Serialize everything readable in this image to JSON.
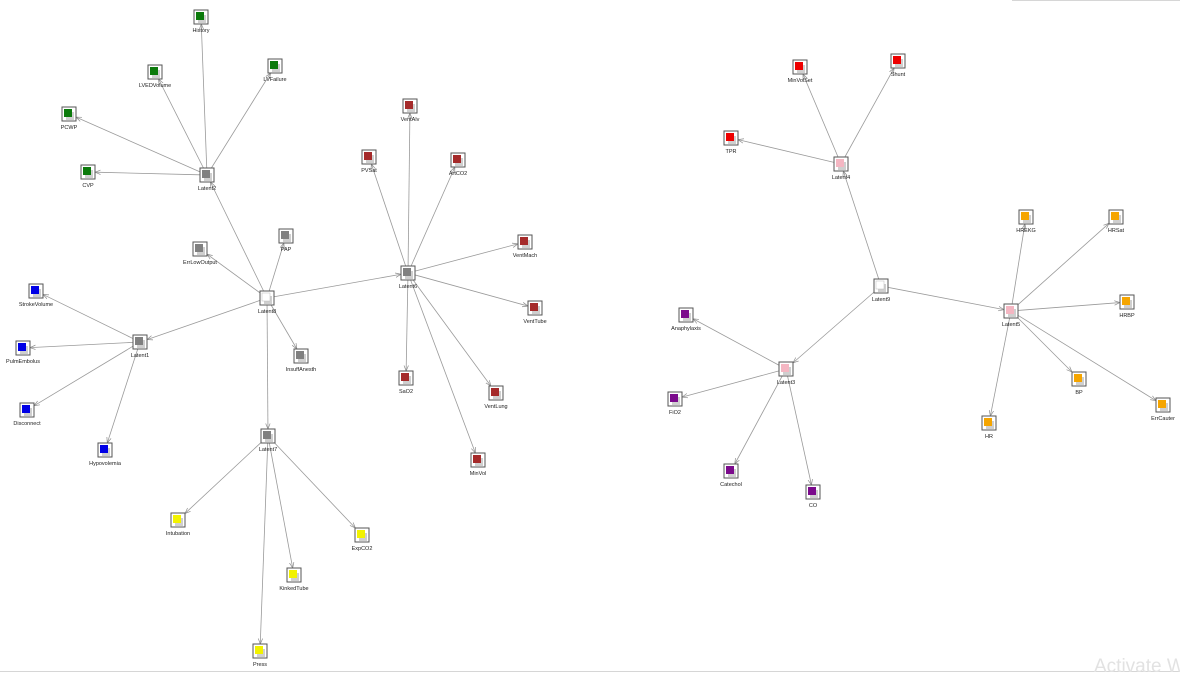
{
  "colors": {
    "green": "#0b7a0b",
    "gray": "#808080",
    "blue": "#0000e6",
    "yellow": "#f2f200",
    "darkred": "#a52a2a",
    "red": "#ee0000",
    "pink": "#f4b6c2",
    "orange": "#f5a500",
    "purple": "#7b0a8c",
    "white": "#ffffff"
  },
  "watermark": "Activate W",
  "nodes": [
    {
      "id": "History",
      "label": "History",
      "color": "green"
    },
    {
      "id": "LVEDVolume",
      "label": "LVEDVolume",
      "color": "green"
    },
    {
      "id": "LVFailure",
      "label": "LVFailure",
      "color": "green"
    },
    {
      "id": "PCWP",
      "label": "PCWP",
      "color": "green"
    },
    {
      "id": "CVP",
      "label": "CVP",
      "color": "green"
    },
    {
      "id": "Latent2",
      "label": "Latent2",
      "color": "gray"
    },
    {
      "id": "ErrLowOutput",
      "label": "ErrLowOutput",
      "color": "gray"
    },
    {
      "id": "PAP",
      "label": "PAP",
      "color": "gray"
    },
    {
      "id": "Latent8",
      "label": "Latent8",
      "color": "white"
    },
    {
      "id": "InsuffAnesth",
      "label": "InsuffAnesth",
      "color": "gray"
    },
    {
      "id": "Latent7",
      "label": "Latent7",
      "color": "gray"
    },
    {
      "id": "Latent1",
      "label": "Latent1",
      "color": "gray"
    },
    {
      "id": "StrokeVolume",
      "label": "StrokeVolume",
      "color": "blue"
    },
    {
      "id": "PulmEmbolus",
      "label": "PulmEmbolus",
      "color": "blue"
    },
    {
      "id": "Disconnect",
      "label": "Disconnect",
      "color": "blue"
    },
    {
      "id": "Hypovolemia",
      "label": "Hypovolemia",
      "color": "blue"
    },
    {
      "id": "Intubation",
      "label": "Intubation",
      "color": "yellow"
    },
    {
      "id": "ExpCO2",
      "label": "ExpCO2",
      "color": "yellow"
    },
    {
      "id": "KinkedTube",
      "label": "KinkedTube",
      "color": "yellow"
    },
    {
      "id": "Press",
      "label": "Press",
      "color": "yellow"
    },
    {
      "id": "Latent6",
      "label": "Latent6",
      "color": "gray"
    },
    {
      "id": "VentAlv",
      "label": "VentAlv",
      "color": "darkred"
    },
    {
      "id": "PVSat",
      "label": "PVSat",
      "color": "darkred"
    },
    {
      "id": "ArtCO2",
      "label": "ArtCO2",
      "color": "darkred"
    },
    {
      "id": "VentMach",
      "label": "VentMach",
      "color": "darkred"
    },
    {
      "id": "VentTube",
      "label": "VentTube",
      "color": "darkred"
    },
    {
      "id": "SaO2",
      "label": "SaO2",
      "color": "darkred"
    },
    {
      "id": "VentLung",
      "label": "VentLung",
      "color": "darkred"
    },
    {
      "id": "MinVol",
      "label": "MinVol",
      "color": "darkred"
    },
    {
      "id": "MinVolSet",
      "label": "MinVolSet",
      "color": "red"
    },
    {
      "id": "Shunt",
      "label": "Shunt",
      "color": "red"
    },
    {
      "id": "TPR",
      "label": "TPR",
      "color": "red"
    },
    {
      "id": "Latent4",
      "label": "Latent4",
      "color": "pink"
    },
    {
      "id": "Latent9",
      "label": "Latent9",
      "color": "white"
    },
    {
      "id": "Latent3",
      "label": "Latent3",
      "color": "pink"
    },
    {
      "id": "Anaphylaxis",
      "label": "Anaphylaxis",
      "color": "purple"
    },
    {
      "id": "FiO2",
      "label": "FiO2",
      "color": "purple"
    },
    {
      "id": "Catechol",
      "label": "Catechol",
      "color": "purple"
    },
    {
      "id": "CO",
      "label": "CO",
      "color": "purple"
    },
    {
      "id": "Latent5",
      "label": "Latent5",
      "color": "pink"
    },
    {
      "id": "HREKG",
      "label": "HREKG",
      "color": "orange"
    },
    {
      "id": "HRSat",
      "label": "HRSat",
      "color": "orange"
    },
    {
      "id": "HRBP",
      "label": "HRBP",
      "color": "orange"
    },
    {
      "id": "BP",
      "label": "BP",
      "color": "orange"
    },
    {
      "id": "ErrCauter",
      "label": "ErrCauter",
      "color": "orange"
    },
    {
      "id": "HR",
      "label": "HR",
      "color": "orange"
    }
  ],
  "edges": [
    [
      "Latent2",
      "History"
    ],
    [
      "Latent2",
      "LVEDVolume"
    ],
    [
      "Latent2",
      "LVFailure"
    ],
    [
      "Latent2",
      "PCWP"
    ],
    [
      "Latent2",
      "CVP"
    ],
    [
      "Latent8",
      "Latent2"
    ],
    [
      "Latent8",
      "ErrLowOutput"
    ],
    [
      "Latent8",
      "PAP"
    ],
    [
      "Latent8",
      "InsuffAnesth"
    ],
    [
      "Latent8",
      "Latent7"
    ],
    [
      "Latent8",
      "Latent1"
    ],
    [
      "Latent8",
      "Latent6"
    ],
    [
      "Latent1",
      "StrokeVolume"
    ],
    [
      "Latent1",
      "PulmEmbolus"
    ],
    [
      "Latent1",
      "Disconnect"
    ],
    [
      "Latent1",
      "Hypovolemia"
    ],
    [
      "Latent7",
      "Intubation"
    ],
    [
      "Latent7",
      "ExpCO2"
    ],
    [
      "Latent7",
      "KinkedTube"
    ],
    [
      "Latent7",
      "Press"
    ],
    [
      "Latent6",
      "VentAlv"
    ],
    [
      "Latent6",
      "PVSat"
    ],
    [
      "Latent6",
      "ArtCO2"
    ],
    [
      "Latent6",
      "VentMach"
    ],
    [
      "Latent6",
      "VentTube"
    ],
    [
      "Latent6",
      "SaO2"
    ],
    [
      "Latent6",
      "VentLung"
    ],
    [
      "Latent6",
      "MinVol"
    ],
    [
      "Latent4",
      "MinVolSet"
    ],
    [
      "Latent4",
      "Shunt"
    ],
    [
      "Latent4",
      "TPR"
    ],
    [
      "Latent9",
      "Latent4"
    ],
    [
      "Latent9",
      "Latent3"
    ],
    [
      "Latent9",
      "Latent5"
    ],
    [
      "Latent3",
      "Anaphylaxis"
    ],
    [
      "Latent3",
      "FiO2"
    ],
    [
      "Latent3",
      "Catechol"
    ],
    [
      "Latent3",
      "CO"
    ],
    [
      "Latent5",
      "HREKG"
    ],
    [
      "Latent5",
      "HRSat"
    ],
    [
      "Latent5",
      "HRBP"
    ],
    [
      "Latent5",
      "BP"
    ],
    [
      "Latent5",
      "ErrCauter"
    ],
    [
      "Latent5",
      "HR"
    ]
  ]
}
